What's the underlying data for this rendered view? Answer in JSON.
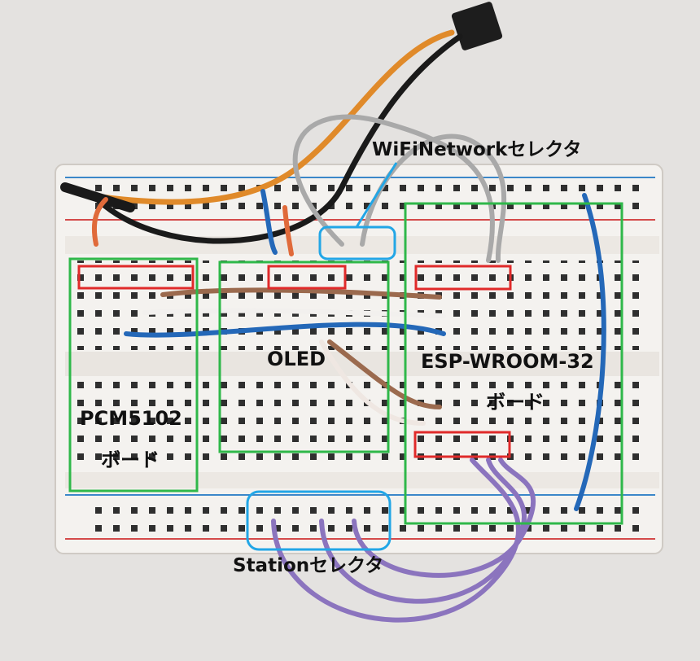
{
  "labels": {
    "wifi_selector": "WiFiNetworkセレクタ",
    "oled": "OLED",
    "esp_line1": "ESP-WROOM-32",
    "esp_line2": "ボード",
    "pcm_line1": "PCM5102",
    "pcm_line2": "ボード",
    "station_selector": "Stationセレクタ"
  },
  "colors": {
    "group_box": "#2fb84a",
    "pin_box": "#e02a2a",
    "selector_box": "#22a6e6"
  }
}
